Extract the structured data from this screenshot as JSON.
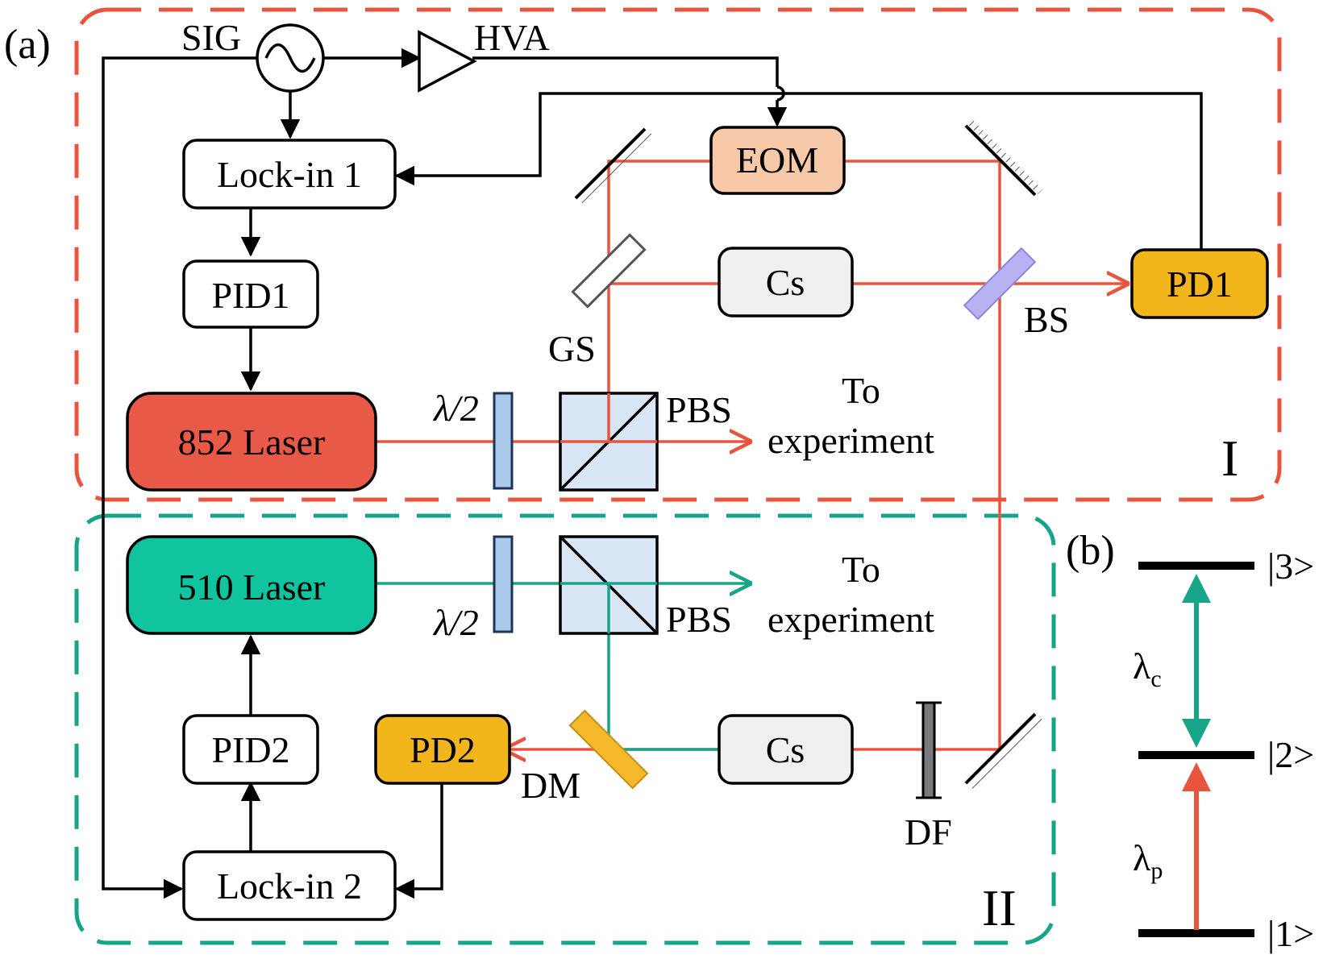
{
  "colors": {
    "red_beam": "#e8553f",
    "green_beam": "#17a589",
    "red_border": "#e8553f",
    "green_border": "#17a589",
    "laser852_fill": "#e85a47",
    "laser510_fill": "#11c4a0",
    "eom_fill": "#f8c9a8",
    "pd_fill": "#f2b51c",
    "cs_fill": "#f0f0f0",
    "waveplate_fill": "#a9c8ea",
    "pbs_fill": "#d8e6f5",
    "bs_fill": "#b7b3f2",
    "dm_fill": "#f5b82a",
    "df_fill": "#7a7a7a"
  },
  "panel_labels": {
    "a": "(a)",
    "b": "(b)"
  },
  "region_labels": {
    "region1": "I",
    "region2": "II"
  },
  "components": {
    "sig": "SIG",
    "hva": "HVA",
    "eom": "EOM",
    "lockin1": "Lock-in 1",
    "pid1": "PID1",
    "laser852": "852 Laser",
    "cs_top": "Cs",
    "pd1": "PD1",
    "bs": "BS",
    "gs": "GS",
    "halfwave_top": "λ/2",
    "pbs_top": "PBS",
    "to_experiment_top_1": "To",
    "to_experiment_top_2": "experiment",
    "laser510": "510 Laser",
    "halfwave_bottom": "λ/2",
    "pbs_bottom": "PBS",
    "to_experiment_bottom_1": "To",
    "to_experiment_bottom_2": "experiment",
    "pid2": "PID2",
    "pd2": "PD2",
    "dm": "DM",
    "cs_bottom": "Cs",
    "df": "DF",
    "lockin2": "Lock-in 2"
  },
  "levels": {
    "level3": "|3>",
    "level2": "|2>",
    "level1": "|1>",
    "lambda_c_main": "λ",
    "lambda_c_sub": "c",
    "lambda_p_main": "λ",
    "lambda_p_sub": "p"
  }
}
